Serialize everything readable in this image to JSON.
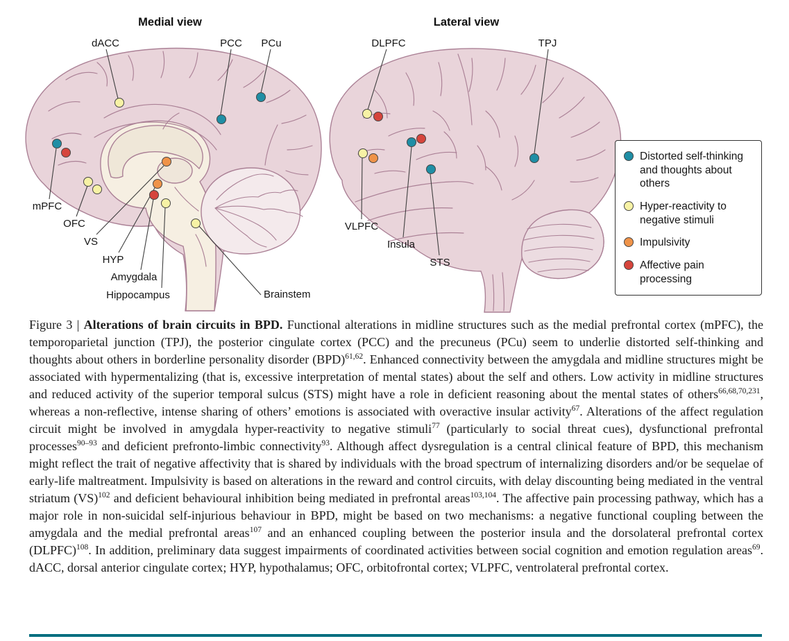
{
  "figure": {
    "medial_title": "Medial view",
    "lateral_title": "Lateral view",
    "labels": {
      "dacc": "dACC",
      "pcc": "PCC",
      "pcu": "PCu",
      "mpfc": "mPFC",
      "ofc": "OFC",
      "vs": "VS",
      "hyp": "HYP",
      "amygdala": "Amygdala",
      "hippocampus": "Hippocampus",
      "brainstem": "Brainstem",
      "dlpfc": "DLPFC",
      "tpj": "TPJ",
      "vlpfc": "VLPFC",
      "insula": "Insula",
      "sts": "STS"
    },
    "dots": [
      {
        "region": "dACC",
        "view": "medial",
        "categories": [
          "hyper-reactivity"
        ]
      },
      {
        "region": "PCC",
        "view": "medial",
        "categories": [
          "distorted-self-thinking"
        ]
      },
      {
        "region": "PCu",
        "view": "medial",
        "categories": [
          "distorted-self-thinking"
        ]
      },
      {
        "region": "mPFC",
        "view": "medial",
        "categories": [
          "distorted-self-thinking",
          "affective-pain"
        ]
      },
      {
        "region": "OFC",
        "view": "medial",
        "categories": [
          "hyper-reactivity",
          "hyper-reactivity"
        ]
      },
      {
        "region": "VS",
        "view": "medial",
        "categories": [
          "impulsivity"
        ]
      },
      {
        "region": "HYP",
        "view": "medial",
        "categories": [
          "impulsivity"
        ]
      },
      {
        "region": "Amygdala",
        "view": "medial",
        "categories": [
          "affective-pain"
        ]
      },
      {
        "region": "Hippocampus",
        "view": "medial",
        "categories": [
          "hyper-reactivity"
        ]
      },
      {
        "region": "Brainstem",
        "view": "medial",
        "categories": [
          "hyper-reactivity"
        ]
      },
      {
        "region": "DLPFC",
        "view": "lateral",
        "categories": [
          "hyper-reactivity",
          "affective-pain"
        ]
      },
      {
        "region": "VLPFC",
        "view": "lateral",
        "categories": [
          "hyper-reactivity",
          "impulsivity"
        ]
      },
      {
        "region": "Insula",
        "view": "lateral",
        "categories": [
          "distorted-self-thinking",
          "affective-pain"
        ]
      },
      {
        "region": "STS",
        "view": "lateral",
        "categories": [
          "distorted-self-thinking"
        ]
      },
      {
        "region": "TPJ",
        "view": "lateral",
        "categories": [
          "distorted-self-thinking"
        ]
      }
    ]
  },
  "legend": {
    "items": [
      {
        "key": "distorted-self-thinking",
        "label": "Distorted self-thinking and thoughts about others",
        "color": "#1f8ea5"
      },
      {
        "key": "hyper-reactivity",
        "label": "Hyper-reactivity to negative stimuli",
        "color": "#f7f2a5"
      },
      {
        "key": "impulsivity",
        "label": "Impulsivity",
        "color": "#ef9349"
      },
      {
        "key": "affective-pain",
        "label": "Affective pain processing",
        "color": "#d6453c"
      }
    ]
  },
  "colors": {
    "teal": "#1f8ea5",
    "yellow": "#f7f2a5",
    "orange": "#ef9349",
    "red": "#d6453c",
    "brain_fill": "#e9d4da",
    "brain_line": "#ab8196",
    "bottom_rule": "#006e7f"
  },
  "caption": {
    "segments": [
      {
        "text": "Figure 3 | ",
        "style": "normal"
      },
      {
        "text": "Alterations of brain circuits in BPD.",
        "style": "bold"
      },
      {
        "text": " Functional alterations in midline structures such as the medial prefrontal cortex (mPFC), the temporoparietal junction (TPJ), the posterior cingulate cortex (PCC) and the precuneus (PCu) seem to underlie distorted self-thinking and thoughts about others in borderline personality disorder (BPD)",
        "style": "normal"
      },
      {
        "text": "61,62",
        "style": "sup"
      },
      {
        "text": ". Enhanced connectivity between the amygdala and midline structures might be associated with hypermentalizing (that is, excessive interpretation of mental states) about the self and others. Low activity in midline structures and reduced activity of the superior temporal sulcus (STS) might have a role in deficient reasoning about the mental states of others",
        "style": "normal"
      },
      {
        "text": "66,68,70,231",
        "style": "sup"
      },
      {
        "text": ", whereas a non-reflective, intense sharing of others’ emotions is associated with overactive insular activity",
        "style": "normal"
      },
      {
        "text": "67",
        "style": "sup"
      },
      {
        "text": ". Alterations of the affect regulation circuit might be involved in amygdala hyper-reactivity to negative stimuli",
        "style": "normal"
      },
      {
        "text": "77",
        "style": "sup"
      },
      {
        "text": " (particularly to social threat cues), dysfunctional prefrontal processes",
        "style": "normal"
      },
      {
        "text": "90–93",
        "style": "sup"
      },
      {
        "text": " and deficient prefronto-limbic connectivity",
        "style": "normal"
      },
      {
        "text": "93",
        "style": "sup"
      },
      {
        "text": ". Although affect dysregulation is a central clinical feature of BPD, this mechanism might reflect the trait of negative affectivity that is shared by individuals with the broad spectrum of internalizing disorders and/or be sequelae of early-life maltreatment. Impulsivity is based on alterations in the reward and control circuits, with delay discounting being mediated in the ventral striatum (VS)",
        "style": "normal"
      },
      {
        "text": "102",
        "style": "sup"
      },
      {
        "text": " and deficient behavioural inhibition being mediated in prefrontal areas",
        "style": "normal"
      },
      {
        "text": "103,104",
        "style": "sup"
      },
      {
        "text": ". The affective pain processing pathway, which has a major role in non-suicidal self-injurious behaviour in BPD, might be based on two mechanisms: a negative functional coupling between the amygdala and the medial prefrontal areas",
        "style": "normal"
      },
      {
        "text": "107",
        "style": "sup"
      },
      {
        "text": " and an enhanced coupling between the posterior insula and the dorsolateral prefrontal cortex (DLPFC)",
        "style": "normal"
      },
      {
        "text": "108",
        "style": "sup"
      },
      {
        "text": ". In addition, preliminary data suggest impairments of coordinated activities between social cognition and emotion regulation areas",
        "style": "normal"
      },
      {
        "text": "69",
        "style": "sup"
      },
      {
        "text": ". dACC, dorsal anterior cingulate cortex; HYP, hypothalamus; OFC, orbitofrontal cortex; VLPFC, ventrolateral prefrontal cortex.",
        "style": "normal"
      }
    ]
  }
}
